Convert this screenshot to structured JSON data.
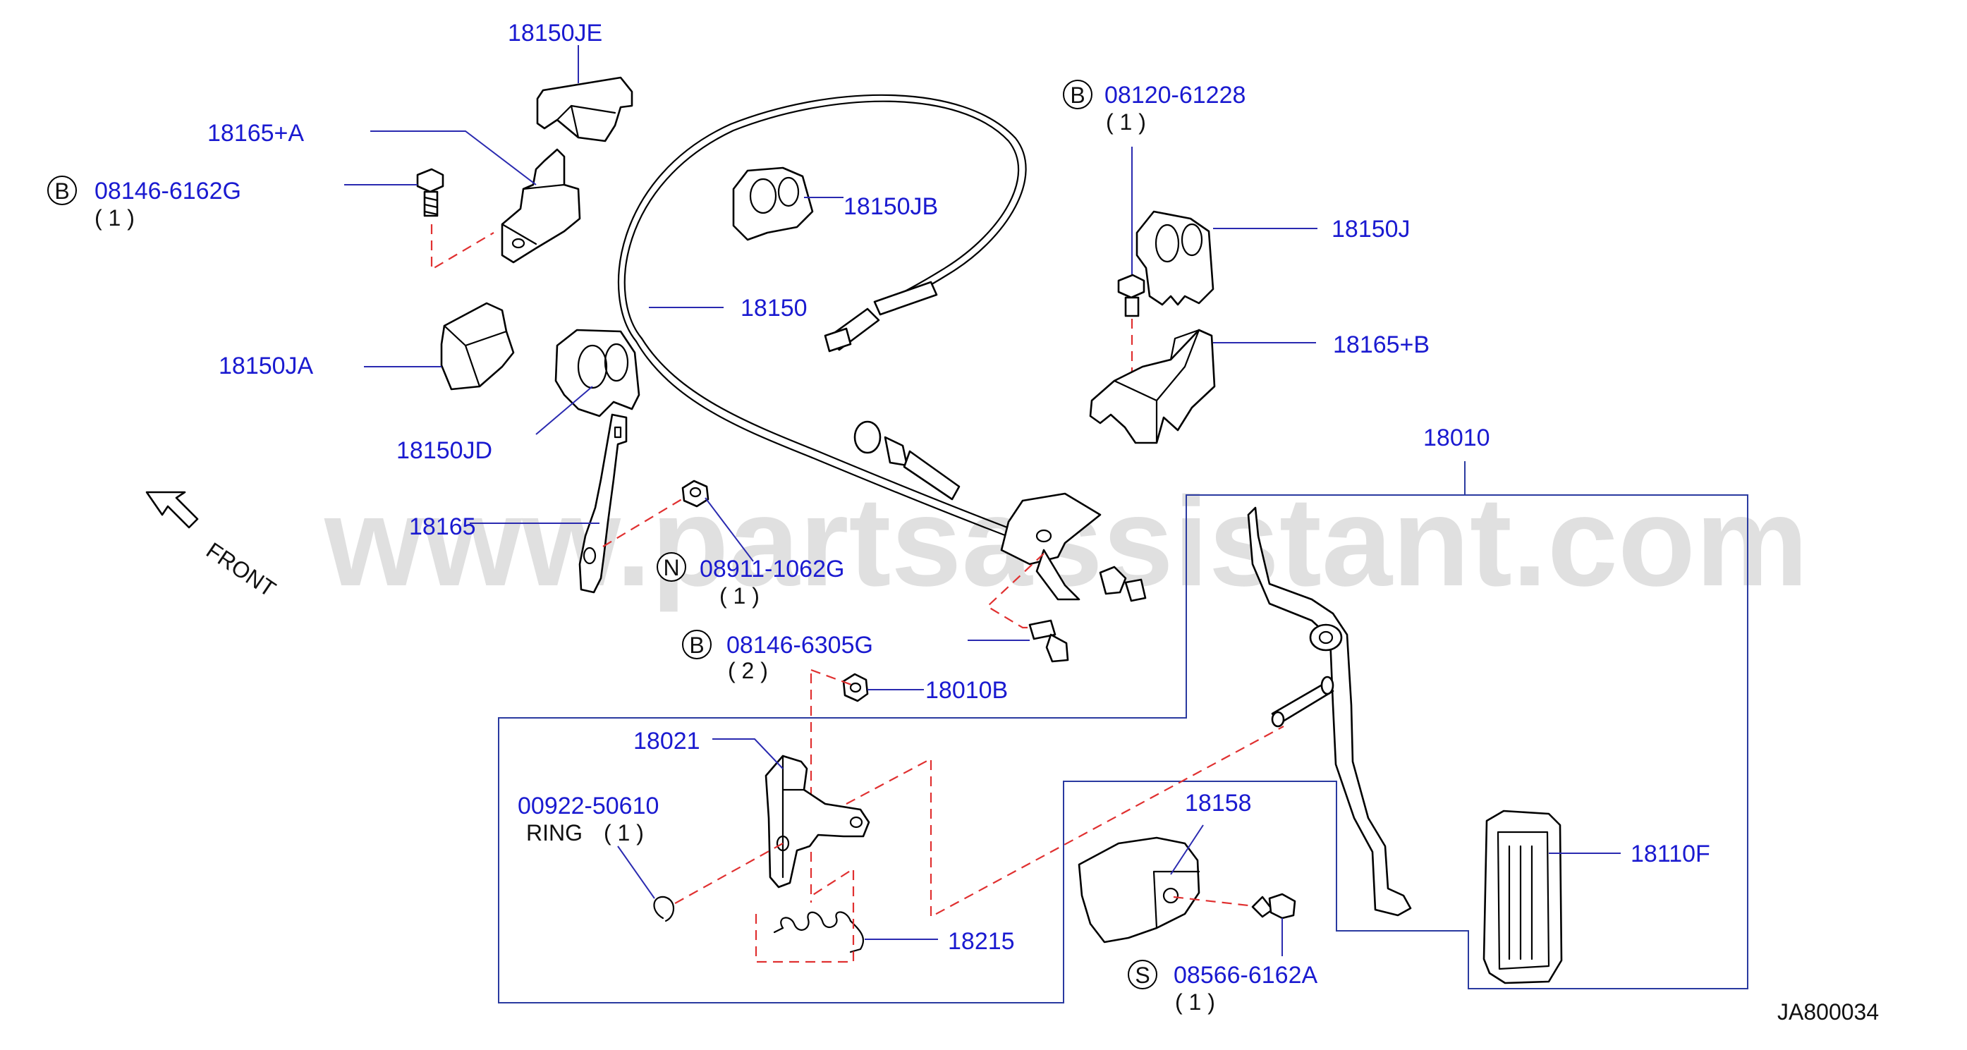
{
  "watermark": "www.partsassistant.com",
  "diagram_code": "JA800034",
  "front_label": "FRONT",
  "parts": {
    "p18150JE": "18150JE",
    "p18165A": "18165+A",
    "p08146_6162G": "08146-6162G",
    "q08146_6162G": "( 1 )",
    "p18150JB": "18150JB",
    "p08120_61228": "08120-61228",
    "q08120_61228": "( 1 )",
    "p18150J": "18150J",
    "p18150": "18150",
    "p18165B": "18165+B",
    "p18150JA": "18150JA",
    "p18150JD": "18150JD",
    "p18010": "18010",
    "p18165": "18165",
    "p08911_1062G": "08911-1062G",
    "q08911_1062G": "( 1 )",
    "p08146_6305G": "08146-6305G",
    "q08146_6305G": "( 2 )",
    "p18010B": "18010B",
    "p18021": "18021",
    "p00922_50610": "00922-50610",
    "ring_label": "RING",
    "q00922_50610": "( 1 )",
    "p18158": "18158",
    "p18110F": "18110F",
    "p18215": "18215",
    "p08566_6162A": "08566-6162A",
    "q08566_6162A": "( 1 )"
  },
  "markers": {
    "b1": "B",
    "b2": "B",
    "b3": "B",
    "n1": "N",
    "s1": "S"
  },
  "colors": {
    "part_number": "#1a1ad0",
    "leader_line": "#2a2ab0",
    "dashed_line": "#e03030",
    "watermark": "#c8c8c8"
  }
}
